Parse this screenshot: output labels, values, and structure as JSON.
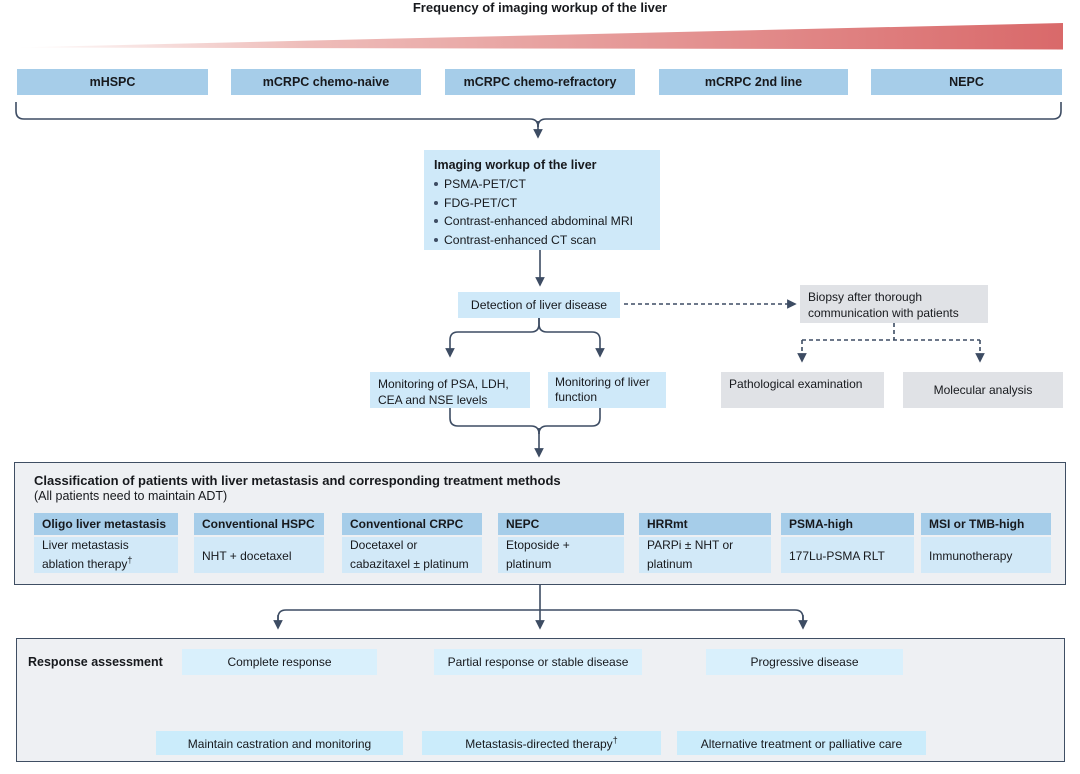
{
  "title": "Frequency of imaging workup of the liver",
  "stages": [
    "mHSPC",
    "mCRPC chemo-naive",
    "mCRPC chemo-refractory",
    "mCRPC 2nd line",
    "NEPC"
  ],
  "imaging": {
    "title": "Imaging workup of the liver",
    "items": [
      "PSMA-PET/CT",
      "FDG-PET/CT",
      "Contrast-enhanced abdominal MRI",
      "Contrast-enhanced CT scan"
    ]
  },
  "detection": "Detection of liver disease",
  "biopsy": "Biopsy after thorough communication with patients",
  "monitoring": [
    "Monitoring of PSA, LDH, CEA and NSE levels",
    "Monitoring of liver function"
  ],
  "pathological": "Pathological examination",
  "molecular": "Molecular analysis",
  "classification": {
    "title": "Classification of patients with liver metastasis and corresponding treatment methods",
    "subtitle": "(All patients need to maintain ADT)",
    "columns": [
      {
        "header": "Oligo liver metastasis",
        "treatment": "Liver metastasis ablation therapy",
        "dagger": "†"
      },
      {
        "header": "Conventional HSPC",
        "treatment": "NHT + docetaxel",
        "dagger": ""
      },
      {
        "header": "Conventional CRPC",
        "treatment": "Docetaxel or cabazitaxel ± platinum",
        "dagger": ""
      },
      {
        "header": "NEPC",
        "treatment": "Etoposide + platinum",
        "dagger": ""
      },
      {
        "header": "HRRmt",
        "treatment": "PARPi ± NHT or platinum",
        "dagger": ""
      },
      {
        "header": "PSMA-high",
        "treatment": "177Lu-PSMA RLT",
        "dagger": ""
      },
      {
        "header": "MSI or TMB-high",
        "treatment": "Immunotherapy",
        "dagger": ""
      }
    ]
  },
  "response": {
    "label": "Response assessment",
    "options": [
      "Complete response",
      "Partial response or stable disease",
      "Progressive disease"
    ],
    "outcomes": [
      {
        "label": "Maintain castration and monitoring",
        "dagger": ""
      },
      {
        "label": "Metastasis-directed therapy",
        "dagger": "†"
      },
      {
        "label": "Alternative treatment or palliative care",
        "dagger": ""
      }
    ]
  },
  "colors": {
    "stage_blue": "#a6cde9",
    "light_blue": "#cfe9f9",
    "column_body_blue": "#d2e9f8",
    "option_blue": "#d9f0fc",
    "outcome_blue": "#cbecfb",
    "gray_box": "#e0e2e6",
    "panel_bg": "#eef0f3",
    "line": "#3d4c63",
    "wedge_red": "#d9696a"
  }
}
